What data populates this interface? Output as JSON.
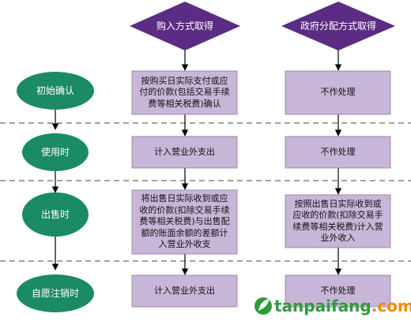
{
  "colors": {
    "header_fill": "#5b2c83",
    "box_fill": "#c8b6d8",
    "stage_fill": "#1b8a66",
    "arrow": "#000000",
    "divider": "#444444",
    "watermark_green": "#2e9b3c",
    "watermark_orange": "#f08c00"
  },
  "headers": {
    "purchase": "购入方式取得",
    "government": "政府分配方式取得"
  },
  "stages": {
    "initial": "初始确认",
    "use": "使用时",
    "sale": "出售时",
    "cancel": "自愿注销时"
  },
  "purchase_column": {
    "initial": [
      "按购买日实际支付或应",
      "付的价款(包括交易手续",
      "费等相关税费)确认"
    ],
    "use": [
      "计入营业外支出"
    ],
    "sale": [
      "将出售日实际收到或应",
      "收的价款(扣除交易手续",
      "费等相关税费)与出售配",
      "额的账面余额的差额计",
      "入营业外收支"
    ],
    "cancel": [
      "计入营业外支出"
    ]
  },
  "government_column": {
    "initial": [
      "不作处理"
    ],
    "use": [
      "不作处理"
    ],
    "sale": [
      "按照出售日实际收到或",
      "应收的价款(扣除交易手",
      "续费等相关税费)计入营",
      "业外收入"
    ],
    "cancel": [
      "不作处理"
    ]
  },
  "watermark": {
    "text_left": "tanpaifang",
    "text_right": ".com"
  }
}
